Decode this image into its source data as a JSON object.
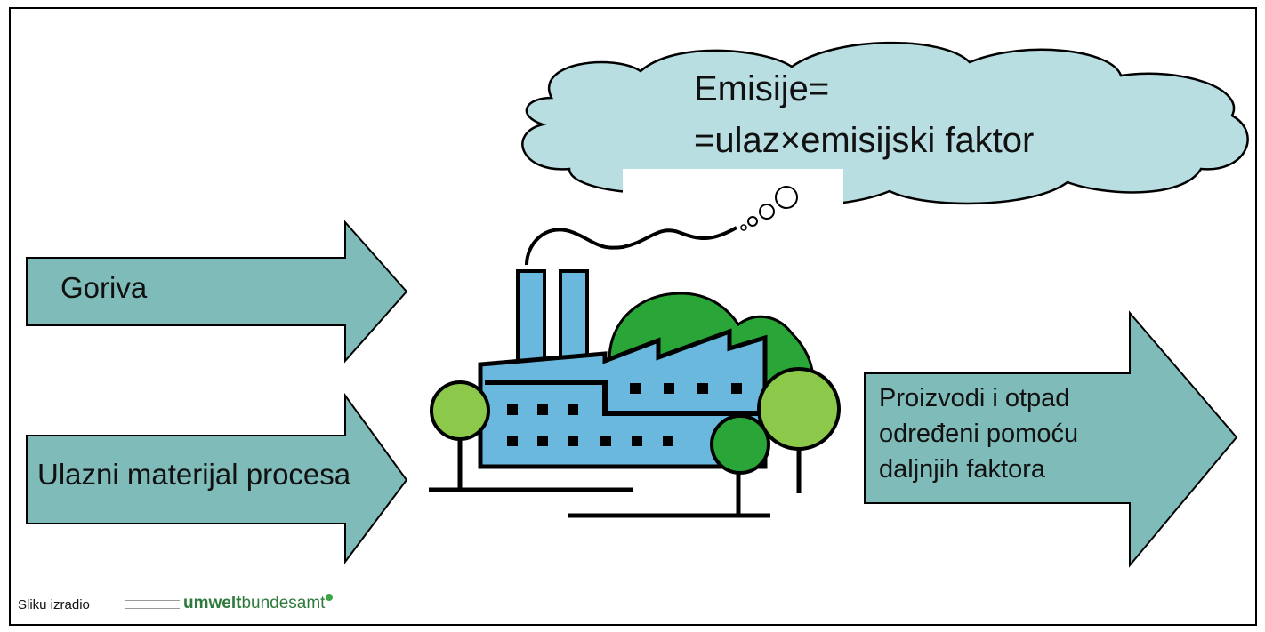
{
  "cloud": {
    "line1": "Emisije=",
    "line2": "=ulaz×emisijski faktor"
  },
  "inputs": [
    {
      "label": "Goriva"
    },
    {
      "label": "Ulazni materijal procesa"
    }
  ],
  "output": {
    "lines": [
      "Proizvodi i otpad",
      "određeni pomoću",
      "daljnjih faktora"
    ]
  },
  "credit": {
    "text": "Sliku izradio",
    "logo": "umweltbundesamt"
  },
  "colors": {
    "arrow": "#7fbcb9",
    "cloud": "#b8dee1",
    "factory": "#6ab8dd",
    "tree_light": "#8cc94a",
    "tree_dark": "#2aa538"
  }
}
